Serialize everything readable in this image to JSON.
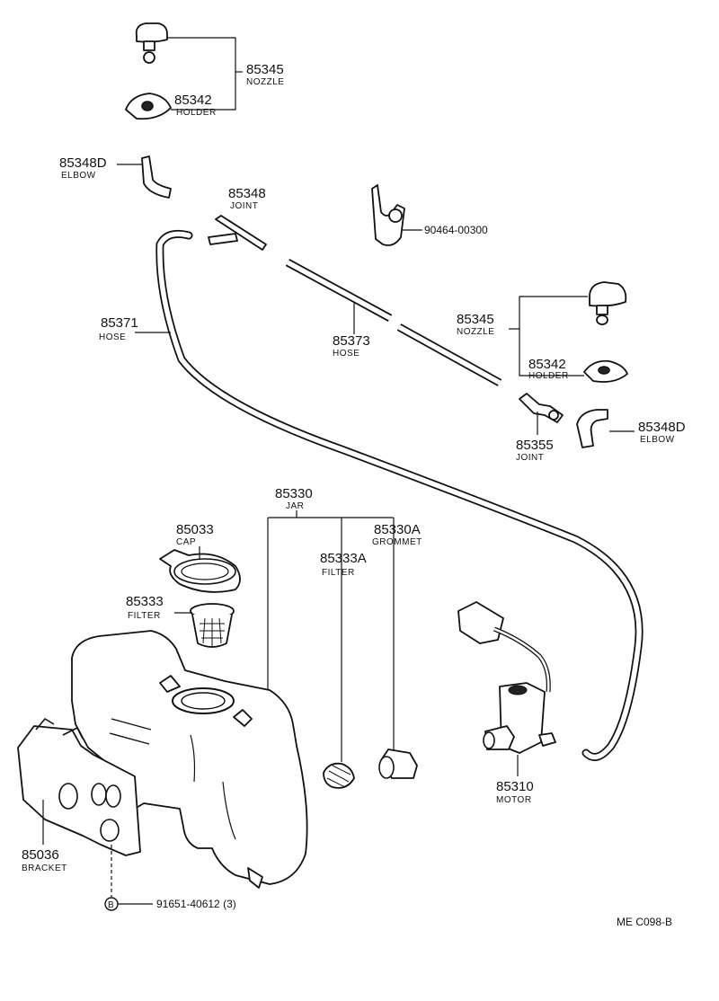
{
  "parts": {
    "nozzle_top": {
      "number": "85345",
      "name": "NOZZLE"
    },
    "holder_top": {
      "number": "85342",
      "name": "HOLDER"
    },
    "elbow_top": {
      "number": "85348D",
      "name": "ELBOW"
    },
    "joint_top": {
      "number": "85348",
      "name": "JOINT"
    },
    "clip": {
      "number": "90464-00300"
    },
    "hose_long": {
      "number": "85371",
      "name": "HOSE"
    },
    "hose_short": {
      "number": "85373",
      "name": "HOSE"
    },
    "nozzle_right": {
      "number": "85345",
      "name": "NOZZLE"
    },
    "holder_right": {
      "number": "85342",
      "name": "HOLDER"
    },
    "joint_right": {
      "number": "85355",
      "name": "JOINT"
    },
    "elbow_right": {
      "number": "85348D",
      "name": "ELBOW"
    },
    "jar": {
      "number": "85330",
      "name": "JAR"
    },
    "cap": {
      "number": "85033",
      "name": "CAP"
    },
    "filter_a": {
      "number": "85333A",
      "name": "FILTER"
    },
    "grommet": {
      "number": "85330A",
      "name": "GROMMET"
    },
    "filter": {
      "number": "85333",
      "name": "FILTER"
    },
    "motor": {
      "number": "85310",
      "name": "MOTOR"
    },
    "bracket": {
      "number": "85036",
      "name": "BRACKET"
    },
    "bolt": {
      "marker": "B",
      "number": "91651-40612 (3)"
    }
  },
  "footer": {
    "code": "ME  C098-B"
  }
}
